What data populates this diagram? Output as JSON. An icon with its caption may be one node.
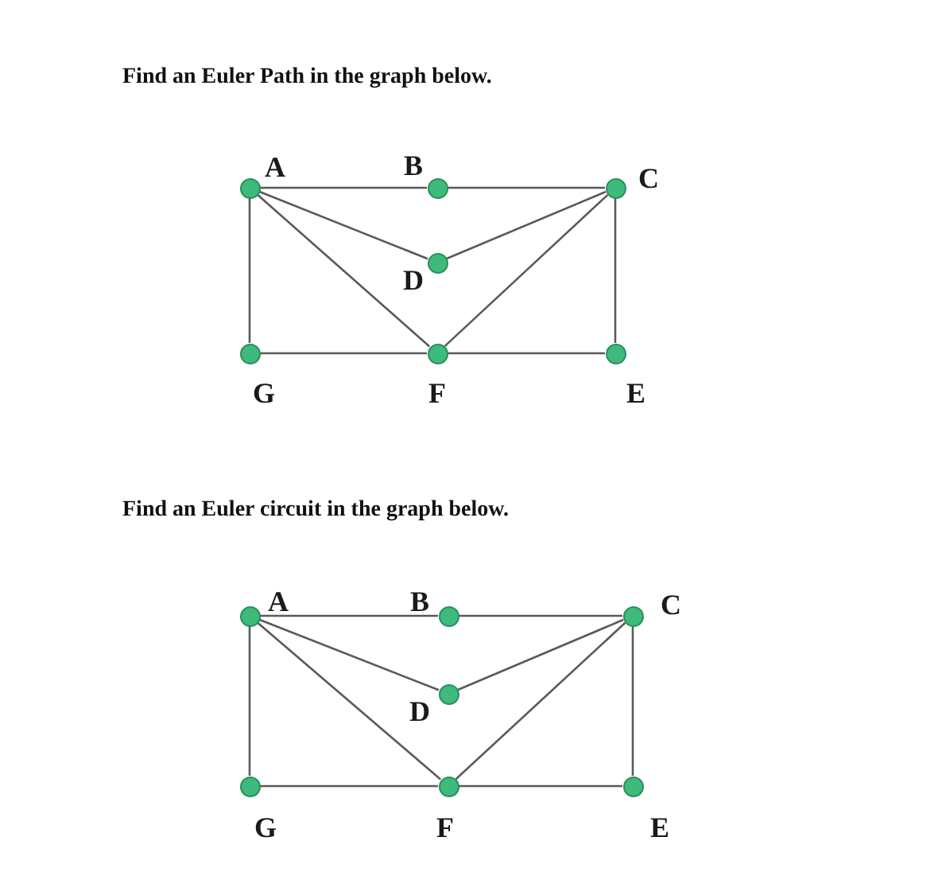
{
  "diagram": {
    "nodes": [
      {
        "text": [],
        "shape": "circle",
        "beside": [
          "A"
        ]
      },
      {
        "text": [],
        "shape": "circle",
        "beside": [
          "B"
        ]
      },
      {
        "text": [],
        "shape": "circle",
        "beside": [
          "C"
        ]
      },
      {
        "text": [],
        "shape": "circle",
        "beside": [
          "D"
        ]
      },
      {
        "text": [],
        "shape": "circle",
        "beside": [
          "G"
        ]
      },
      {
        "text": [],
        "shape": "circle",
        "beside": [
          "F"
        ]
      },
      {
        "text": [],
        "shape": "circle",
        "beside": [
          "E"
        ]
      },
      {
        "text": [],
        "shape": "circle",
        "beside": [
          "A"
        ]
      },
      {
        "text": [],
        "shape": "circle",
        "beside": [
          "B"
        ]
      },
      {
        "text": [],
        "shape": "circle",
        "beside": [
          "C"
        ]
      },
      {
        "text": [],
        "shape": "circle",
        "beside": [
          "D"
        ]
      },
      {
        "text": [],
        "shape": "circle",
        "beside": [
          "G"
        ]
      },
      {
        "text": [],
        "shape": "circle",
        "beside": [
          "F"
        ]
      },
      {
        "text": [],
        "shape": "circle",
        "beside": [
          "E"
        ]
      }
    ],
    "edges": [
      {
        "from": 0,
        "to": 1,
        "arrow": "none"
      },
      {
        "from": 1,
        "to": 2,
        "arrow": "none"
      },
      {
        "from": 0,
        "to": 3,
        "arrow": "none"
      },
      {
        "from": 3,
        "to": 2,
        "arrow": "none"
      },
      {
        "from": 0,
        "to": 5,
        "arrow": "none"
      },
      {
        "from": 5,
        "to": 2,
        "arrow": "none"
      },
      {
        "from": 0,
        "to": 4,
        "arrow": "none"
      },
      {
        "from": 4,
        "to": 5,
        "arrow": "none"
      },
      {
        "from": 5,
        "to": 6,
        "arrow": "none"
      },
      {
        "from": 2,
        "to": 6,
        "arrow": "none"
      },
      {
        "from": 7,
        "to": 8,
        "arrow": "none"
      },
      {
        "from": 8,
        "to": 9,
        "arrow": "none"
      },
      {
        "from": 7,
        "to": 10,
        "arrow": "none"
      },
      {
        "from": 10,
        "to": 9,
        "arrow": "none"
      },
      {
        "from": 7,
        "to": 12,
        "arrow": "none"
      },
      {
        "from": 12,
        "to": 9,
        "arrow": "none"
      },
      {
        "from": 7,
        "to": 11,
        "arrow": "none"
      },
      {
        "from": 11,
        "to": 12,
        "arrow": "none"
      },
      {
        "from": 12,
        "to": 13,
        "arrow": "none"
      },
      {
        "from": 9,
        "to": 13,
        "arrow": "none"
      }
    ],
    "labels": [
      "Find an Euler Path in the graph below.",
      "Find an Euler circuit in the graph below."
    ]
  }
}
